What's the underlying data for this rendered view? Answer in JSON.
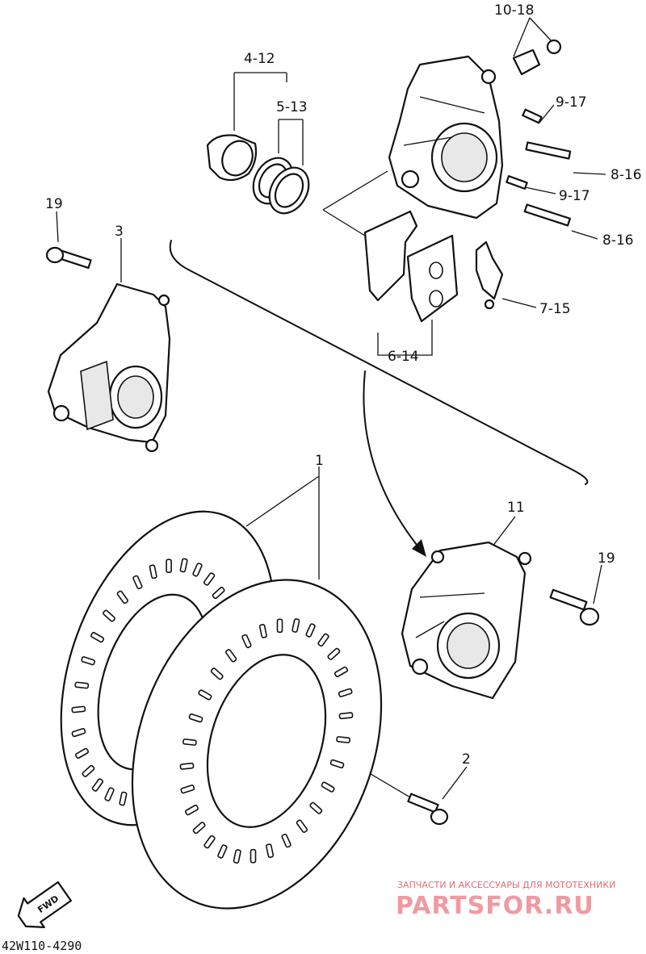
{
  "callouts": {
    "c_10_18": "10-18",
    "c_4_12": "4-12",
    "c_5_13": "5-13",
    "c_9_17_a": "9-17",
    "c_8_16_a": "8-16",
    "c_9_17_b": "9-17",
    "c_8_16_b": "8-16",
    "c_7_15": "7-15",
    "c_6_14": "6-14",
    "c_19_left": "19",
    "c_3": "3",
    "c_1": "1",
    "c_11": "11",
    "c_19_right": "19",
    "c_2": "2"
  },
  "forward_label": "FWD",
  "drawing_code": "42W110-4290",
  "watermark": {
    "tagline": "ЗАПЧАСТИ И АКСЕССУАРЫ ДЛЯ МОТОТЕХНИКИ",
    "brand": "PARTSFOR.RU"
  },
  "disc_slot_count": 30
}
